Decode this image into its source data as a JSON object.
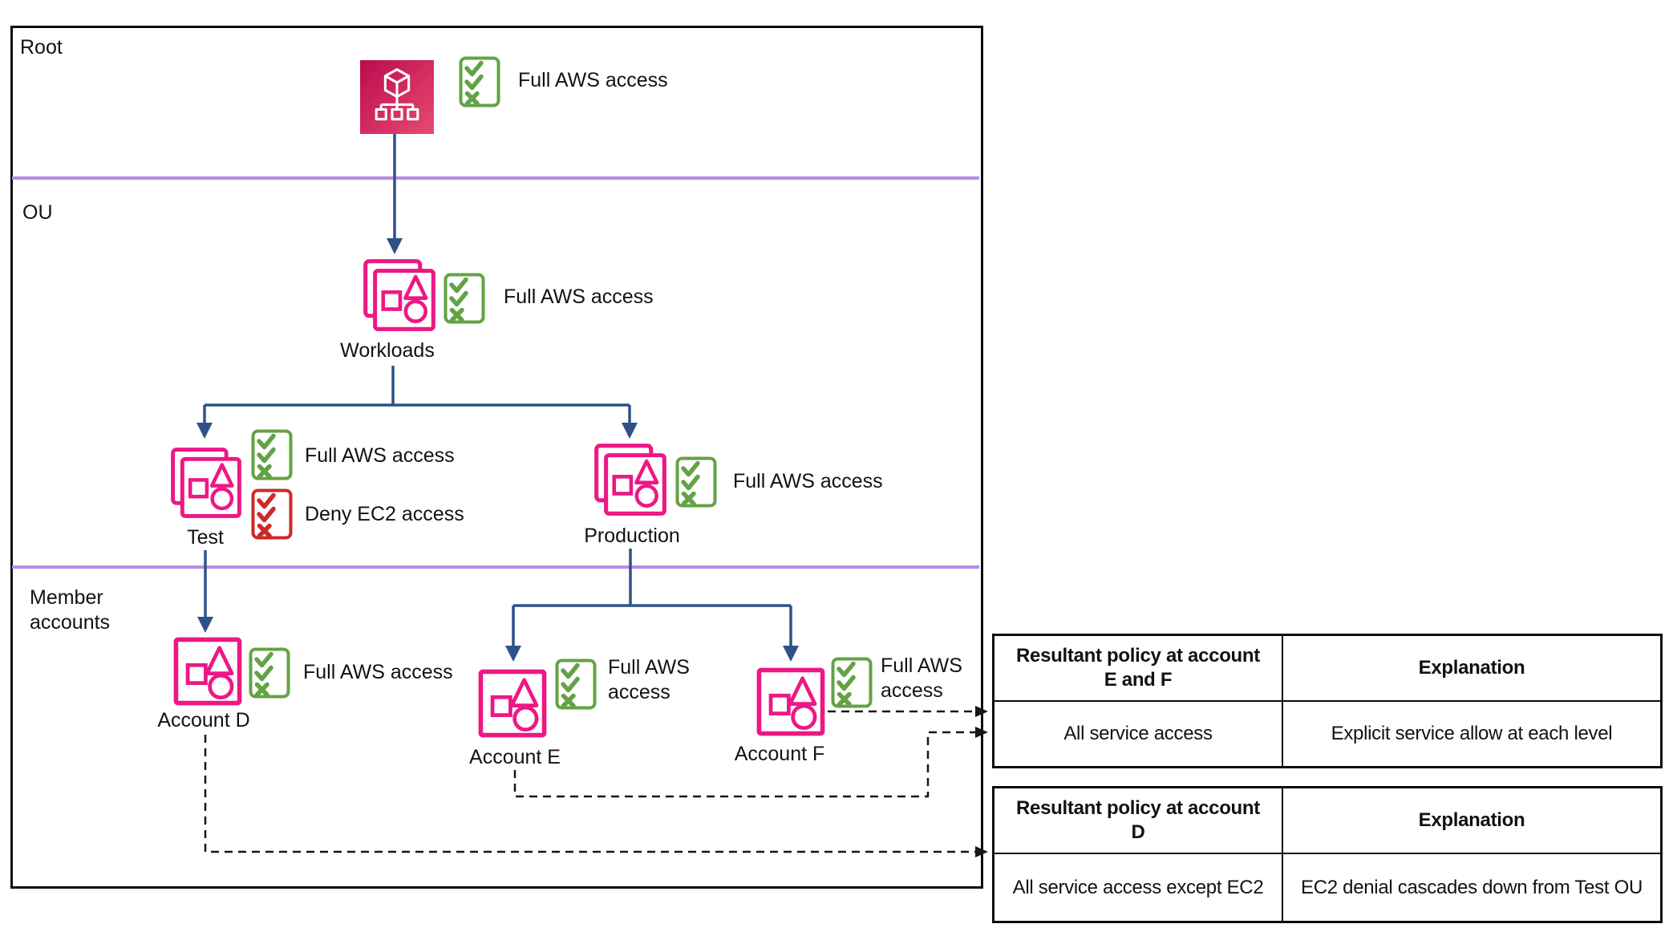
{
  "sections": {
    "root": "Root",
    "ou": "OU",
    "member": "Member\naccounts"
  },
  "nodes": {
    "root": {
      "icon": "organizations-icon",
      "policies": [
        {
          "kind": "allow",
          "icon": "checklist-allow-icon",
          "text": "Full AWS access"
        }
      ]
    },
    "workloads": {
      "label": "Workloads",
      "icon": "ou-icon",
      "policies": [
        {
          "kind": "allow",
          "icon": "checklist-allow-icon",
          "text": "Full AWS access"
        }
      ]
    },
    "test": {
      "label": "Test",
      "icon": "ou-icon",
      "policies": [
        {
          "kind": "allow",
          "icon": "checklist-allow-icon",
          "text": "Full AWS access"
        },
        {
          "kind": "deny",
          "icon": "checklist-deny-icon",
          "text": "Deny EC2 access"
        }
      ]
    },
    "production": {
      "label": "Production",
      "icon": "ou-icon",
      "policies": [
        {
          "kind": "allow",
          "icon": "checklist-allow-icon",
          "text": "Full AWS access"
        }
      ]
    },
    "account_d": {
      "label": "Account D",
      "icon": "account-icon",
      "policies": [
        {
          "kind": "allow",
          "icon": "checklist-allow-icon",
          "text": "Full AWS access"
        }
      ]
    },
    "account_e": {
      "label": "Account E",
      "icon": "account-icon",
      "policies": [
        {
          "kind": "allow",
          "icon": "checklist-allow-icon",
          "text": "Full AWS\naccess"
        }
      ]
    },
    "account_f": {
      "label": "Account F",
      "icon": "account-icon",
      "policies": [
        {
          "kind": "allow",
          "icon": "checklist-allow-icon",
          "text": "Full AWS\naccess"
        }
      ]
    }
  },
  "tables": [
    {
      "headers": [
        "Resultant policy at account\nE and F",
        "Explanation"
      ],
      "rows": [
        [
          "All service access",
          "Explicit service allow at each level"
        ]
      ]
    },
    {
      "headers": [
        "Resultant policy at account\nD",
        "Explanation"
      ],
      "rows": [
        [
          "All service access except EC2",
          "EC2 denial cascades down from Test OU"
        ]
      ]
    }
  ],
  "colors": {
    "icon_pink": "#ec1884",
    "org_gradient_start": "#bb0c4e",
    "org_gradient_end": "#e84a70",
    "allow_green": "#63a245",
    "deny_red": "#cc2a2a",
    "connector_blue": "#2e5288",
    "divider_purple": "#b58ae8",
    "border_black": "#0d0d0d"
  }
}
